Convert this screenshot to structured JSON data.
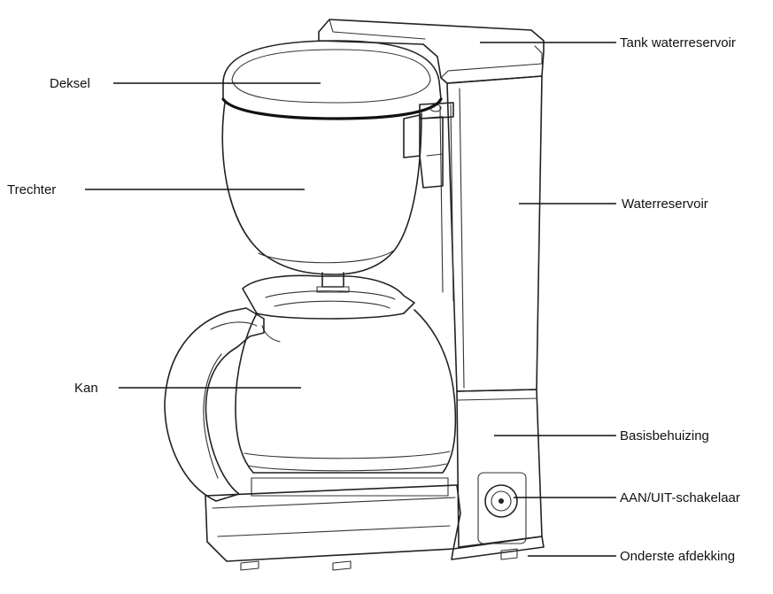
{
  "labels": {
    "deksel": "Deksel",
    "trechter": "Trechter",
    "kan": "Kan",
    "tank_waterreservoir": "Tank waterreservoir",
    "waterreservoir": "Waterreservoir",
    "basisbehuizing": "Basisbehuizing",
    "aan_uit_schakelaar": "AAN/UIT-schakelaar",
    "onderste_afdekking": "Onderste afdekking"
  },
  "colors": {
    "line": "#222222",
    "text": "#111111",
    "background": "#ffffff"
  }
}
